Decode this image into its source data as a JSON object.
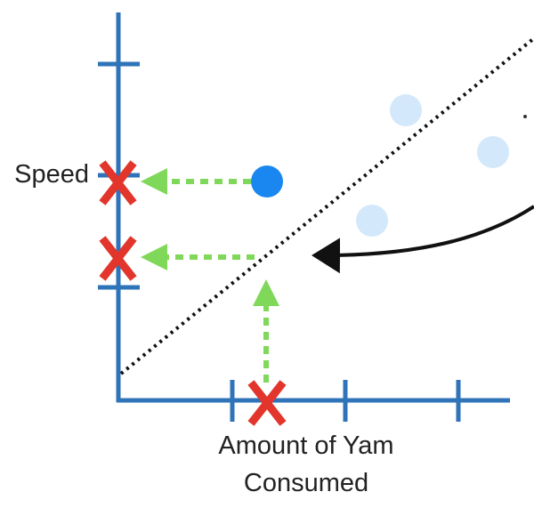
{
  "labels": {
    "y_axis": "Speed",
    "x_axis_line1": "Amount of Yam",
    "x_axis_line2": "Consumed"
  },
  "colors": {
    "axis": "#2f73b8",
    "point_highlight": "#1a86f0",
    "point_faded": "#d3e8fa",
    "cross": "#e2352b",
    "arrow": "#7fd85a",
    "fit_line": "#111111",
    "curve_arrow": "#111111"
  },
  "icons": {
    "cross": "x-mark-icon",
    "arrow": "dashed-arrow-icon"
  }
}
